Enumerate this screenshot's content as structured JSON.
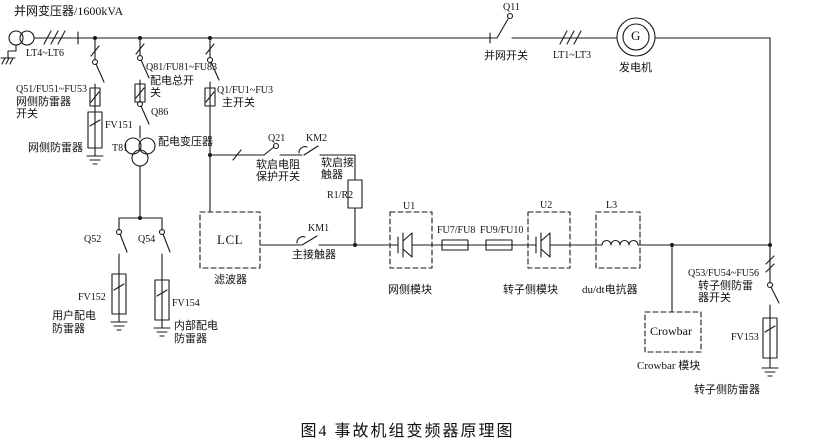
{
  "header": {
    "transformer_title": "并网变压器/1600kVA"
  },
  "caption": "图4 事故机组变频器原理图",
  "colors": {
    "line": "#1a1a1a",
    "background": "#ffffff",
    "text": "#111111"
  },
  "labels": {
    "lt4_lt6": "LT4~LT6",
    "q51_code": "Q51/FU51~FU53",
    "q51_name1": "网侧防雷器",
    "q51_name2": "开关",
    "fv151": "FV151",
    "grid_arrester": "网侧防雷器",
    "q81_code": "Q81/FU81~FU83",
    "q81_name1": "配电总开",
    "q81_name2": "关",
    "q86": "Q86",
    "t81": "T81",
    "dist_transformer": "配电变压器",
    "q1_code": "Q1/FU1~FU3",
    "q1_name": "主开关",
    "q21": "Q21",
    "km2": "KM2",
    "soft_resistor1": "软启电阻",
    "soft_resistor2": "保护开关",
    "soft_contactor1": "软启接",
    "soft_contactor2": "触器",
    "r1r2": "R1/R2",
    "lcl": "LCL",
    "filter": "滤波器",
    "km1": "KM1",
    "main_contactor": "主接触器",
    "u1": "U1",
    "grid_module": "网侧模块",
    "fu7_fu8": "FU7/FU8",
    "fu9_fu10": "FU9/FU10",
    "u2": "U2",
    "rotor_module": "转子侧模块",
    "l3": "L3",
    "dudt_reactor": "du/dt电抗器",
    "crowbar": "Crowbar",
    "crowbar_module": "Crowbar 模块",
    "q53_code": "Q53/FU54~FU56",
    "q53_name1": "转子侧防雷",
    "q53_name2": "器开关",
    "fv153": "FV153",
    "rotor_arrester": "转子侧防雷器",
    "q11": "Q11",
    "grid_switch": "并网开关",
    "lt1_lt3": "LT1~LT3",
    "generator": "发电机",
    "g": "G",
    "q52": "Q52",
    "q54": "Q54",
    "fv152": "FV152",
    "user_dist1": "用户配电",
    "user_dist2": "防雷器",
    "fv154": "FV154",
    "internal_dist1": "内部配电",
    "internal_dist2": "防雷器"
  }
}
